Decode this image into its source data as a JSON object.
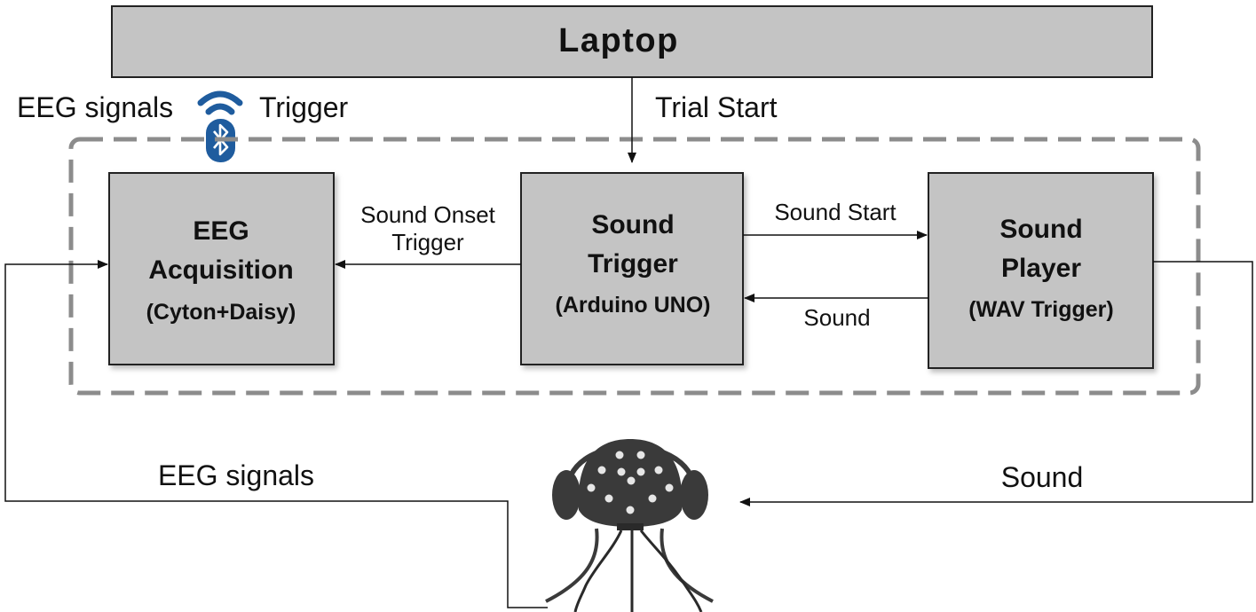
{
  "colors": {
    "box_fill": "#c4c4c4",
    "box_border": "#222222",
    "dash": "#8c8c8c",
    "bluetooth": "#1f5c9e",
    "head": "#3a3a3a"
  },
  "laptop": {
    "label": "Laptop"
  },
  "top_labels": {
    "eeg_signals": "EEG signals",
    "trigger": "Trigger",
    "trial_start": "Trial Start"
  },
  "eeg_box": {
    "line1": "EEG",
    "line2": "Acquisition",
    "line3": "(Cyton+Daisy)"
  },
  "trigger_box": {
    "line1": "Sound",
    "line2": "Trigger",
    "line3": "(Arduino UNO)"
  },
  "player_box": {
    "line1": "Sound",
    "line2": "Player",
    "line3": "(WAV Trigger)"
  },
  "arrow_labels": {
    "sound_onset_1": "Sound Onset",
    "sound_onset_2": "Trigger",
    "sound_start": "Sound Start",
    "sound": "Sound",
    "eeg_signals_bottom": "EEG signals",
    "sound_bottom": "Sound"
  },
  "icons": {
    "wireless": "wireless-signal-icon",
    "bluetooth": "bluetooth-icon",
    "subject": "eeg-headset-subject-icon"
  }
}
